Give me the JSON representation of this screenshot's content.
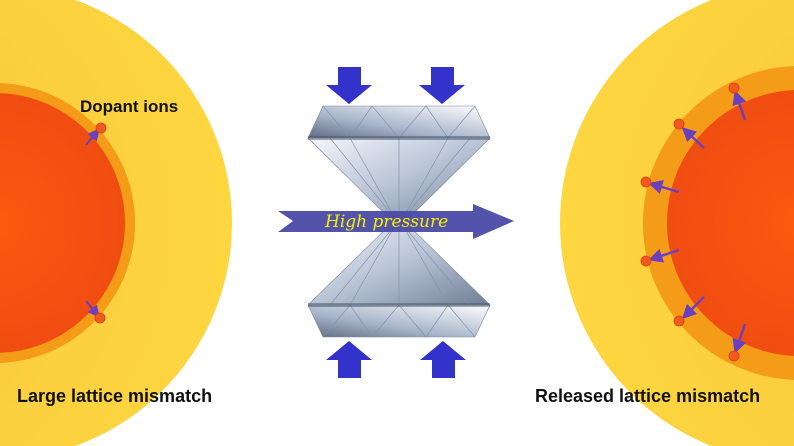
{
  "labels": {
    "dopant": "Dopant ions",
    "left_caption": "Large lattice mismatch",
    "right_caption": "Released lattice mismatch",
    "pressure": "High pressure"
  },
  "colors": {
    "shell": "#fcc93a",
    "ring": "#f49b17",
    "core": "#fa5210",
    "dopant": "#f05a1e",
    "arrow": "#6a3fc0",
    "press_arrow": "#3333cc",
    "banner": "#4b4aa8",
    "banner_text": "#f4f000"
  }
}
